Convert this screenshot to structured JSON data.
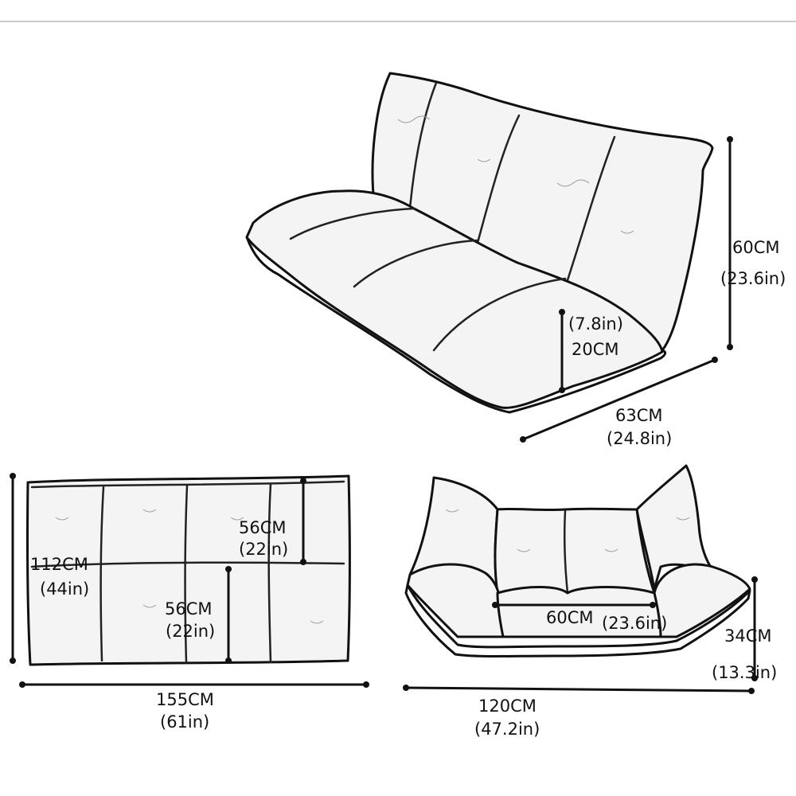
{
  "colors": {
    "ink": "#111111",
    "background": "#ffffff",
    "divider": "#cccccc"
  },
  "views": {
    "isometric": {
      "height": {
        "cm": "60CM",
        "in": "(23.6in)"
      },
      "depth": {
        "cm": "63CM",
        "in": "(24.8in)"
      },
      "seat": {
        "cm": "20CM",
        "in": "(7.8in)"
      }
    },
    "flat": {
      "length": {
        "cm": "155CM",
        "in": "(61in)"
      },
      "width": {
        "cm": "112CM",
        "in": "(44in)"
      },
      "upper": {
        "cm": "56CM",
        "in": "(22in)"
      },
      "lower": {
        "cm": "56CM",
        "in": "(22in)"
      }
    },
    "front": {
      "width": {
        "cm": "120CM",
        "in": "(47.2in)"
      },
      "seat": {
        "cm": "60CM",
        "in": "(23.6in)"
      },
      "arm": {
        "cm": "34CM",
        "in": "(13.3in)"
      }
    }
  }
}
